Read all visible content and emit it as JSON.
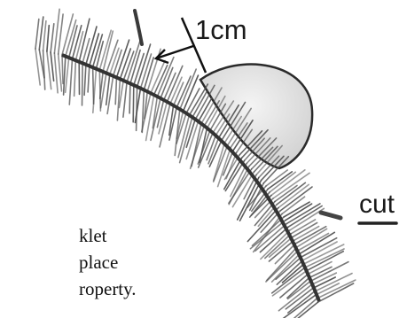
{
  "labels": {
    "measure": "1cm",
    "cut": "cut"
  },
  "body_text": [
    "klet",
    "place",
    "roperty."
  ],
  "colors": {
    "ink": "#3a3a3a",
    "needles": "#4d4d4d",
    "ball_fill": "#e2e2e2",
    "background": "#ffffff"
  }
}
